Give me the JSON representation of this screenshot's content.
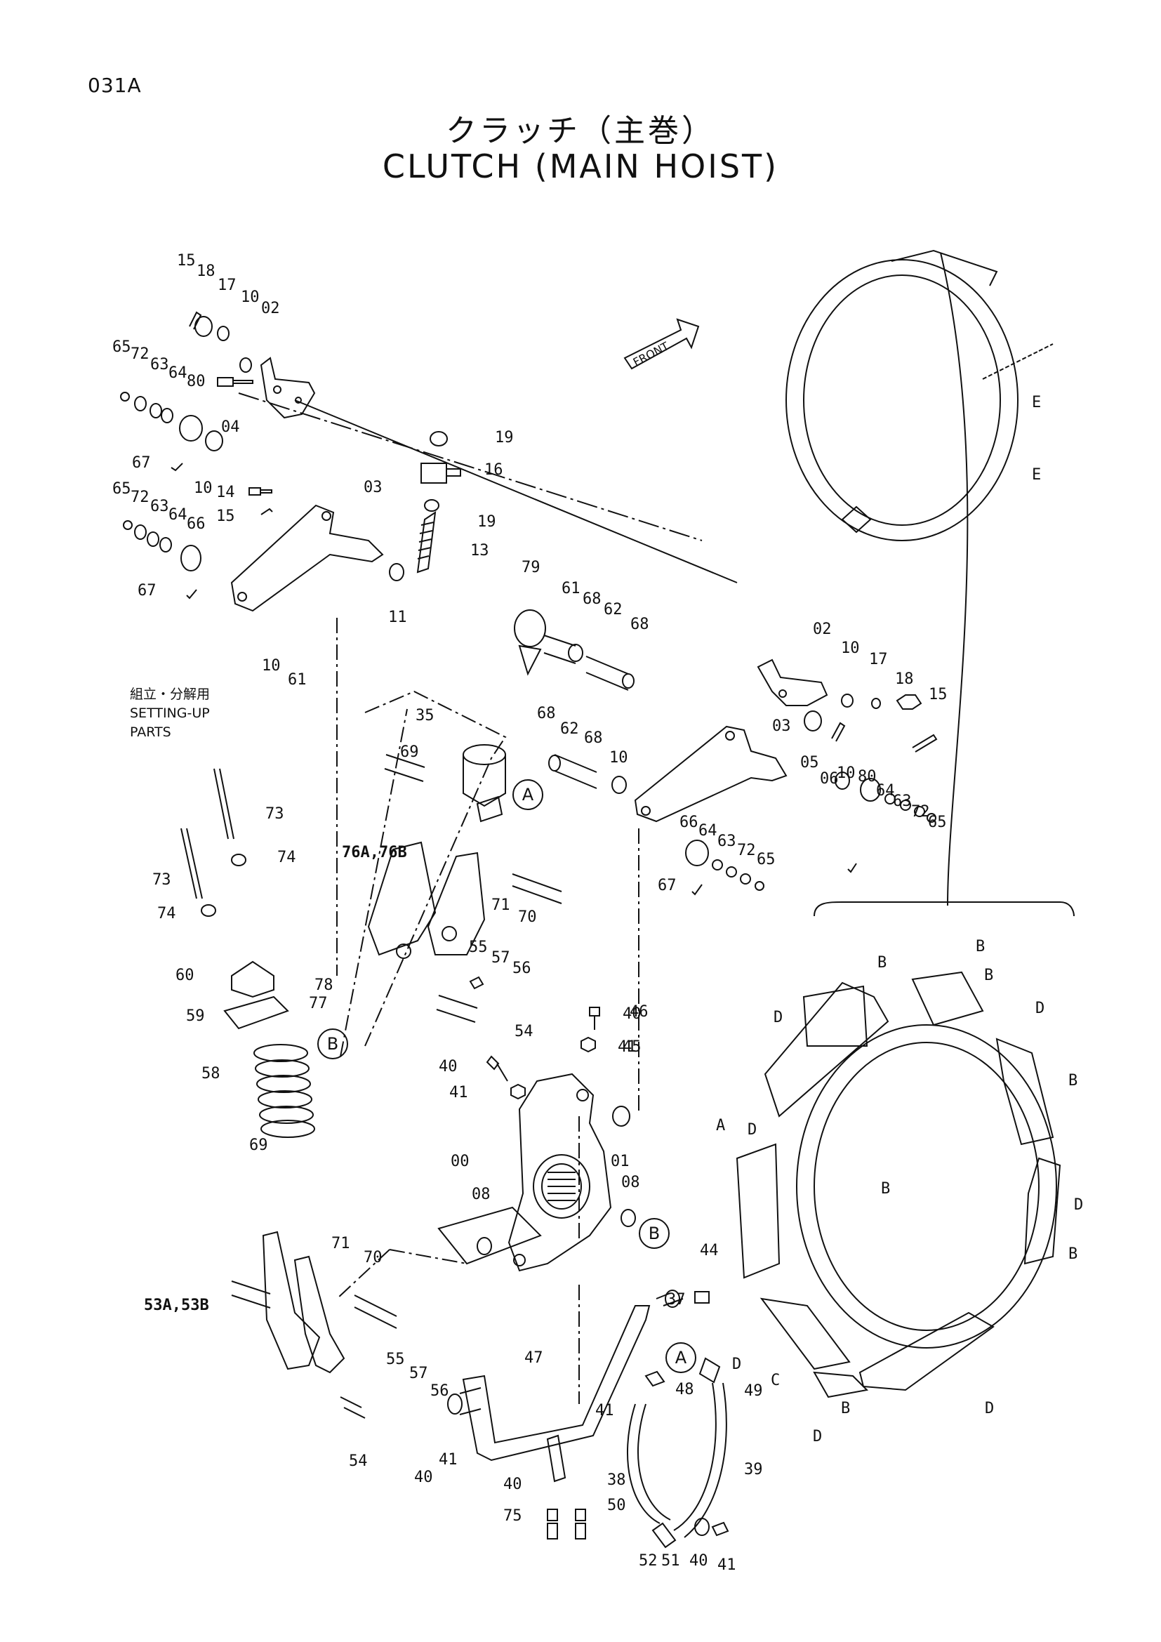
{
  "page_code": "031A",
  "title_ja": "クラッチ（主巻）",
  "title_en": "CLUTCH (MAIN HOIST)",
  "front_label": "FRONT",
  "setup_note": {
    "ja": "組立・分解用",
    "en_line1": "SETTING-UP",
    "en_line2": "PARTS"
  },
  "callouts": [
    "15",
    "18",
    "17",
    "10",
    "02",
    "65",
    "72",
    "63",
    "64",
    "80",
    "04",
    "67",
    "10",
    "14",
    "15",
    "65",
    "72",
    "63",
    "64",
    "66",
    "67",
    "10",
    "61",
    "03",
    "19",
    "16",
    "19",
    "13",
    "11",
    "79",
    "61",
    "68",
    "62",
    "68",
    "02",
    "10",
    "17",
    "18",
    "15",
    "03",
    "05",
    "06",
    "10",
    "80",
    "64",
    "63",
    "72",
    "65",
    "66",
    "64",
    "63",
    "72",
    "65",
    "67",
    "68",
    "62",
    "68",
    "10",
    "35",
    "69",
    "73",
    "74",
    "73",
    "74",
    "60",
    "59",
    "58",
    "76A,76B",
    "71",
    "70",
    "55",
    "57",
    "56",
    "78",
    "77",
    "54",
    "40",
    "41",
    "40",
    "41",
    "00",
    "01",
    "08",
    "08",
    "69",
    "71",
    "70",
    "53A,53B",
    "55",
    "57",
    "56",
    "54",
    "41",
    "40",
    "37",
    "44",
    "47",
    "48",
    "49",
    "41",
    "39",
    "40",
    "38",
    "75",
    "50",
    "52",
    "51",
    "40",
    "41",
    "46",
    "45",
    "E",
    "E",
    "B",
    "B",
    "B",
    "D",
    "D",
    "B",
    "A",
    "D",
    "B",
    "D",
    "B",
    "D",
    "C",
    "D",
    "B",
    "D"
  ],
  "ref_circles": [
    "A",
    "B",
    "B",
    "A"
  ]
}
